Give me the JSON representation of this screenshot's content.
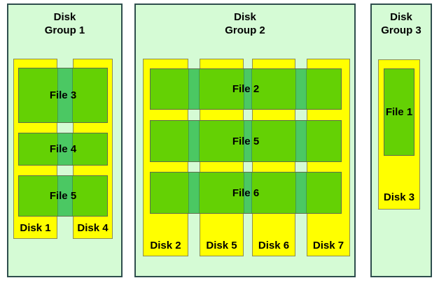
{
  "diagram": {
    "type": "asm-disk-group-striping-diagram",
    "colors": {
      "page_background": "#ffffff",
      "group_fill": "#d5fbd5",
      "group_border": "#2e4d4d",
      "disk_fill": "#ffff00",
      "disk_border": "#8c8c55",
      "file_over_disk": "#64d104",
      "file_over_gap": "#4bc863",
      "file_border": "#5d6d4d",
      "text": "#000000"
    },
    "groups": [
      {
        "title_line1": "Disk",
        "title_line2": "Group 1",
        "disks": [
          {
            "label": "Disk 1"
          },
          {
            "label": "Disk 4"
          }
        ],
        "files": [
          {
            "label": "File 3"
          },
          {
            "label": "File 4"
          },
          {
            "label": "File 5"
          }
        ]
      },
      {
        "title_line1": "Disk",
        "title_line2": "Group 2",
        "disks": [
          {
            "label": "Disk 2"
          },
          {
            "label": "Disk 5"
          },
          {
            "label": "Disk 6"
          },
          {
            "label": "Disk 7"
          }
        ],
        "files": [
          {
            "label": "File 2"
          },
          {
            "label": "File 5"
          },
          {
            "label": "File 6"
          }
        ]
      },
      {
        "title_line1": "Disk",
        "title_line2": "Group 3",
        "disks": [
          {
            "label": "Disk 3"
          }
        ],
        "files": [
          {
            "label": "File 1"
          }
        ]
      }
    ]
  }
}
